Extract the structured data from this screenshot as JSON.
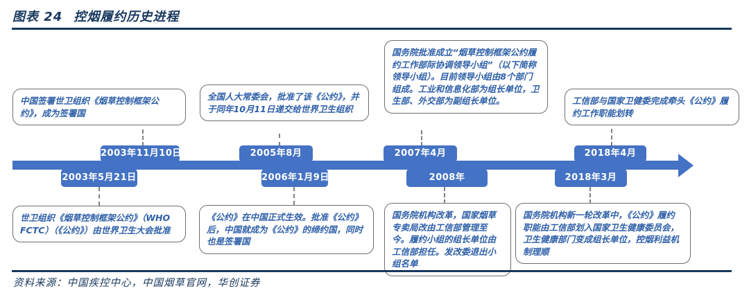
{
  "figure": {
    "label": "图表 24",
    "title": "控烟履约历史进程",
    "source_label": "资料来源：",
    "source": "中国疾控中心，中国烟草官网，华创证券"
  },
  "colors": {
    "title_navy": "#17375E",
    "timeline_blue": "#4472C4",
    "callout_text_blue": "#2E5FA8",
    "callout_border_gray": "#6E6E6E",
    "chip_text": "#FFFFFF"
  },
  "timeline": {
    "direction": "left-to-right",
    "events": [
      {
        "date": "2003年5月21日",
        "side": "below",
        "description": "世卫组织《烟草控制框架公约》（WHO FCTC）（《公约》）由世界卫生大会批准"
      },
      {
        "date": "2003年11月10日",
        "side": "above",
        "description": "中国签署世卫组织《烟草控制框架公约》，成为签署国"
      },
      {
        "date": "2005年8月",
        "side": "above",
        "description": "全国人大常委会，批准了该《公约》，并于同年10月11日递交给世界卫生组织"
      },
      {
        "date": "2006年1月9日",
        "side": "below",
        "description": "《公约》在中国正式生效。批准《公约》后，中国就成为《公约》的缔约国，同时也是签署国"
      },
      {
        "date": "2007年4月",
        "side": "above",
        "description": "国务院批准成立“烟草控制框架公约履约工作部际协调领导小组”（以下简称领导小组）。目前领导小组由8个部门组成。工业和信息化部为组长单位，卫生部、外交部为副组长单位。"
      },
      {
        "date": "2008年",
        "side": "below",
        "description": "国务院机构改革，国家烟草专卖局改由工信部管理至今。履约小组的组长单位由工信部担任。发改委退出小组名单"
      },
      {
        "date": "2018年3月",
        "side": "below",
        "description": "国务院机构新一轮改革中，《公约》履约职能由工信部划入国家卫生健康委员会，卫生健康部门变成组长单位，控烟利益机制理顺"
      },
      {
        "date": "2018年4月",
        "side": "above",
        "description": "工信部与国家卫健委完成牵头《公约》履约工作职能划转"
      }
    ]
  }
}
